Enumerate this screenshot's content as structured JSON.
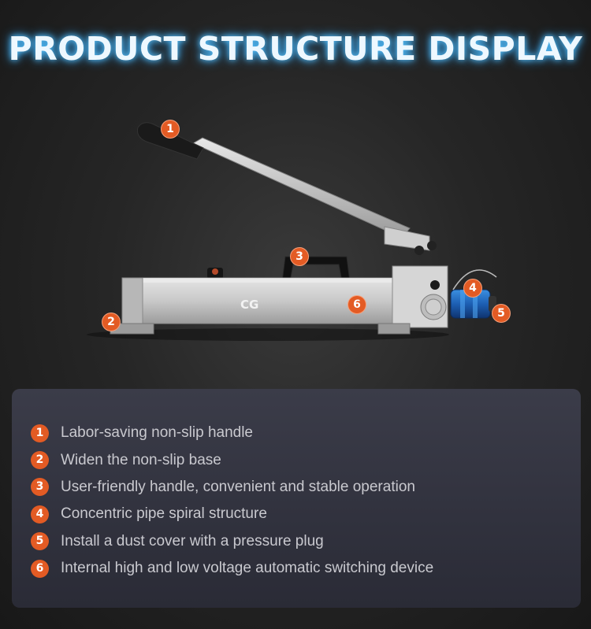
{
  "header": {
    "title": "PRODUCT STRUCTURE DISPLAY"
  },
  "product": {
    "logo_text": "CG",
    "callouts": [
      "1",
      "2",
      "3",
      "4",
      "5",
      "6"
    ]
  },
  "features": [
    {
      "num": "1",
      "text": "Labor-saving non-slip handle"
    },
    {
      "num": "2",
      "text": "Widen the non-slip base"
    },
    {
      "num": "3",
      "text": "User-friendly handle, convenient and stable operation"
    },
    {
      "num": "4",
      "text": "Concentric pipe spiral structure"
    },
    {
      "num": "5",
      "text": "Install a dust cover with a pressure plug"
    },
    {
      "num": "6",
      "text": "Internal high and low voltage automatic switching device"
    }
  ],
  "colors": {
    "accent": "#e35b24",
    "title_glow": "#2a9df0",
    "panel": "#2f303c"
  }
}
